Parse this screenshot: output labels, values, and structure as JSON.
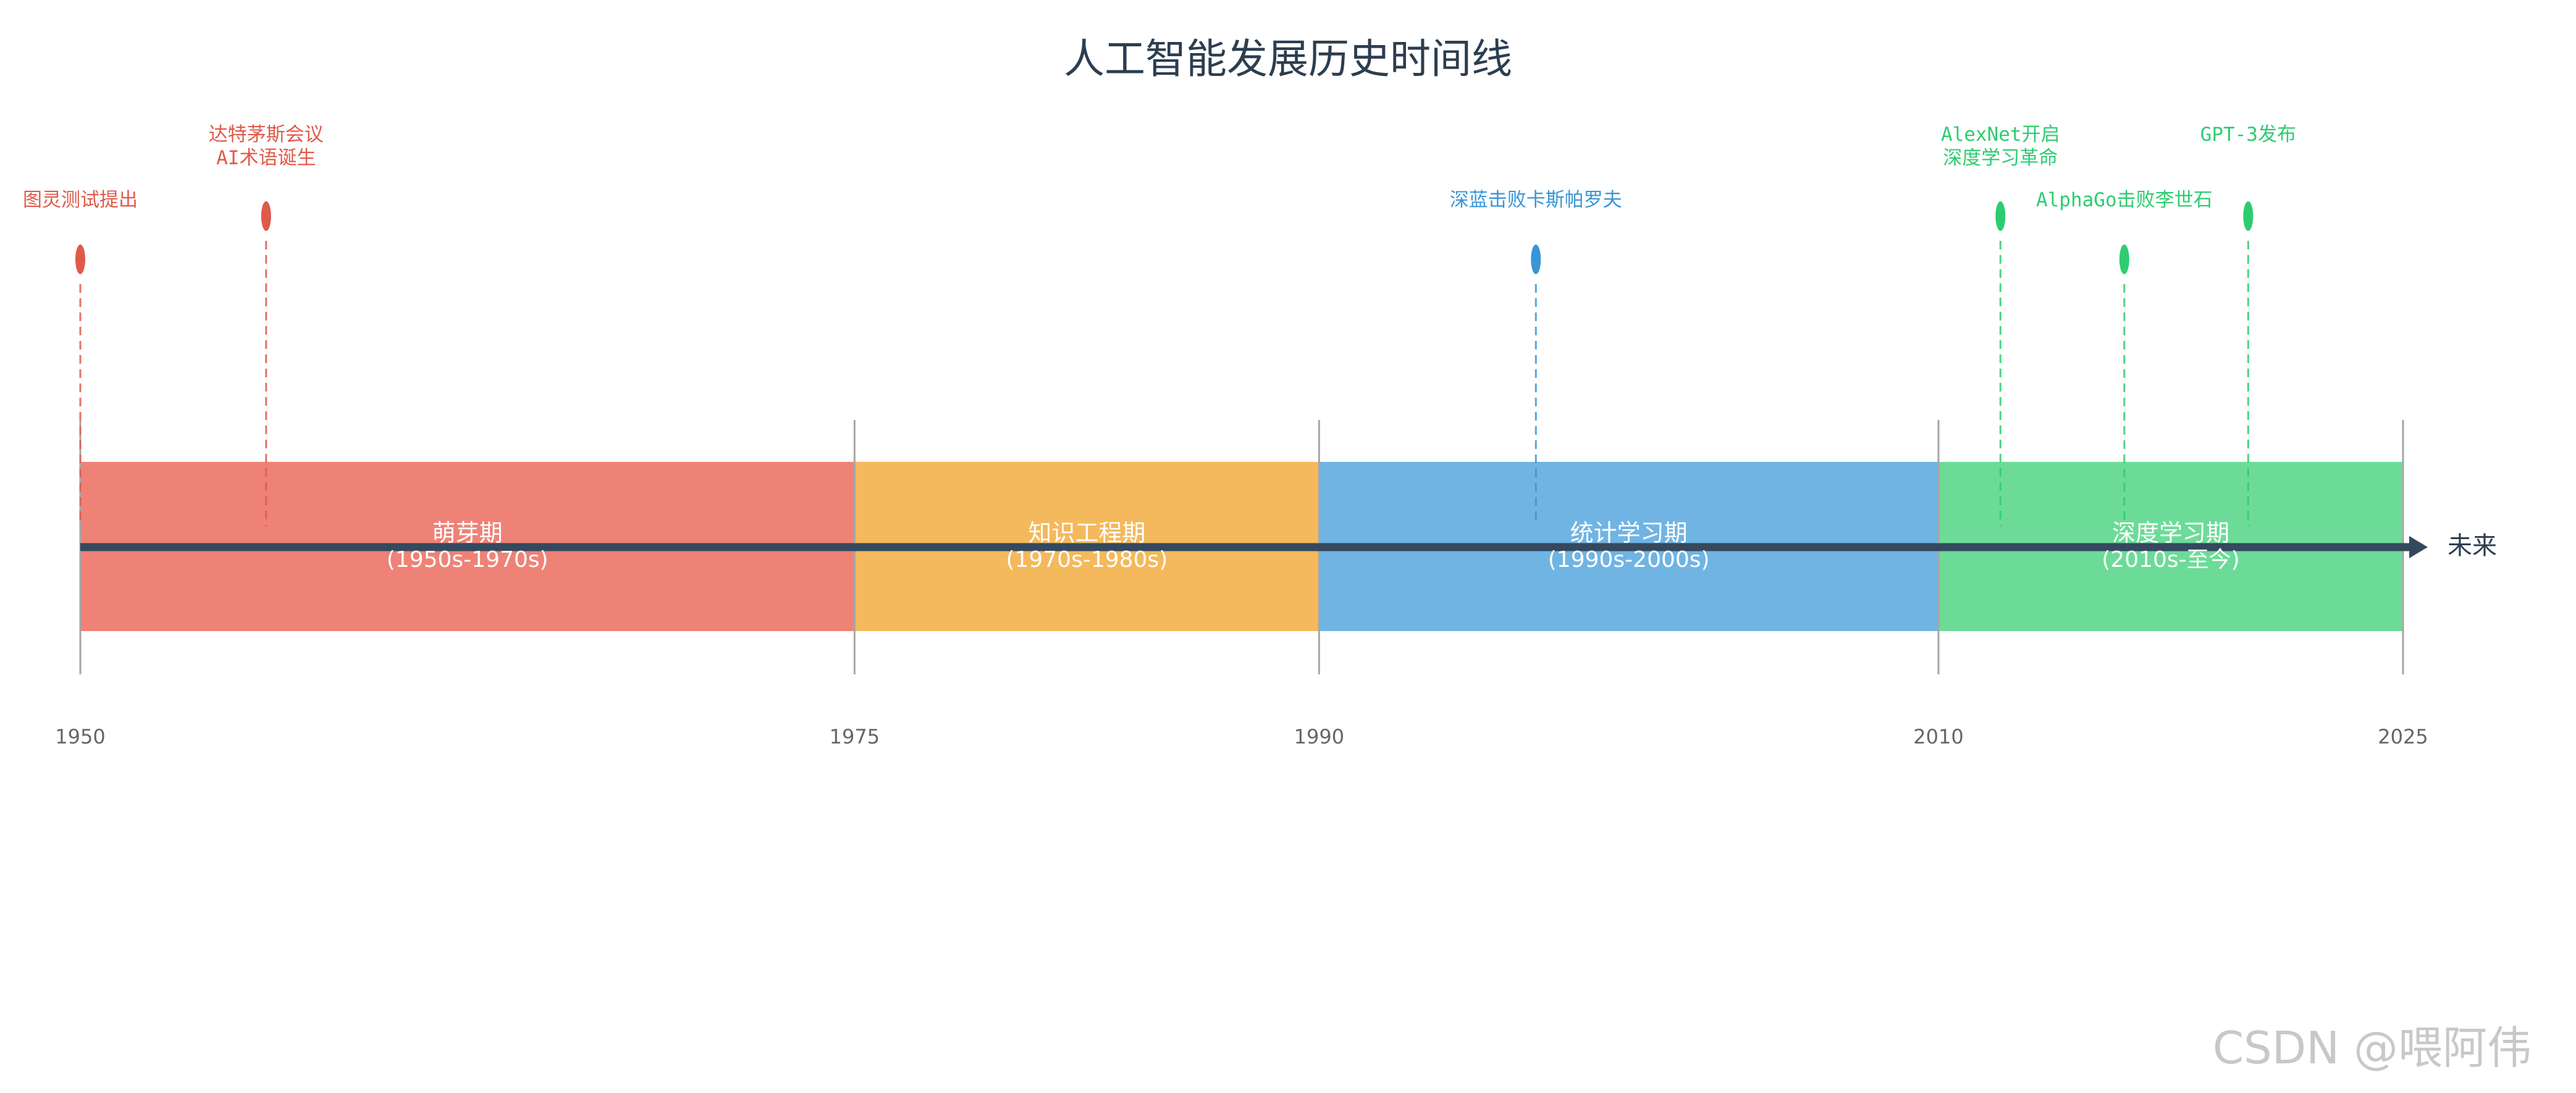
{
  "title": "人工智能发展历史时间线",
  "axis": {
    "start": 1950,
    "end": 2025,
    "arrow_label": "未来",
    "tick_years": [
      1950,
      1975,
      1990,
      2010,
      2025
    ]
  },
  "periods": [
    {
      "name": "萌芽期",
      "range": "(1950s-1970s)",
      "start": 1950,
      "end": 1975,
      "color": "#ee8277"
    },
    {
      "name": "知识工程期",
      "range": "(1970s-1980s)",
      "start": 1975,
      "end": 1990,
      "color": "#f4b95c"
    },
    {
      "name": "统计学习期",
      "range": "(1990s-2000s)",
      "start": 1990,
      "end": 2010,
      "color": "#70b4e3"
    },
    {
      "name": "深度学习期",
      "range": "(2010s-至今)",
      "start": 2010,
      "end": 2025,
      "color": "#6ddb98"
    }
  ],
  "events": [
    {
      "year": 1950,
      "lines": [
        "图灵测试提出"
      ],
      "color": "#e05a4b",
      "level": 3
    },
    {
      "year": 1956,
      "lines": [
        "达特茅斯会议",
        "AI术语诞生"
      ],
      "color": "#e05a4b",
      "level": 2
    },
    {
      "year": 1997,
      "lines": [
        "深蓝击败卡斯帕罗夫"
      ],
      "color": "#3a95d6",
      "level": 3
    },
    {
      "year": 2012,
      "lines": [
        "AlexNet开启",
        "深度学习革命"
      ],
      "color": "#2ecc71",
      "level": 2
    },
    {
      "year": 2016,
      "lines": [
        "AlphaGo击败李世石"
      ],
      "color": "#2ecc71",
      "level": 3
    },
    {
      "year": 2020,
      "lines": [
        "GPT-3发布"
      ],
      "color": "#2ecc71",
      "level": 2
    }
  ],
  "colors": {
    "axis": "#34495e",
    "title": "#2c3e50",
    "divider": "#a6a6a6",
    "year_text": "#666666"
  },
  "watermark": "CSDN @喂阿伟"
}
